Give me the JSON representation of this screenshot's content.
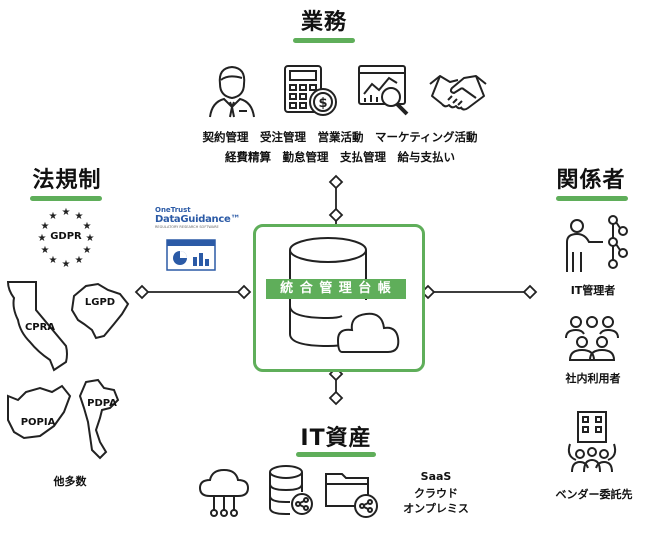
{
  "colors": {
    "accent": "#5fae5a",
    "stroke": "#222222",
    "blue": "#2b5aa6"
  },
  "top": {
    "title": "業務",
    "line1": "契約管理　受注管理　営業活動　マーケティング活動",
    "line2": "経費精算　勤怠管理　支払管理　給与支払い"
  },
  "left": {
    "title": "法規制",
    "gdpr": "GDPR",
    "cpra": "CPRA",
    "lgpd": "LGPD",
    "popia": "POPIA",
    "pdpa": "PDPA",
    "more": "他多数"
  },
  "right": {
    "title": "関係者",
    "it_admin": "IT管理者",
    "internal_users": "社内利用者",
    "vendors": "ベンダー委託先"
  },
  "bottom": {
    "title": "IT資産",
    "types": [
      "SaaS",
      "クラウド",
      "オンプレミス"
    ]
  },
  "center": {
    "label": "統 合 管 理 台 帳"
  },
  "logo": {
    "brand_top": "OneTrust",
    "brand_main": "DataGuidance™",
    "brand_sub": "REGULATORY RESEARCH SOFTWARE"
  }
}
